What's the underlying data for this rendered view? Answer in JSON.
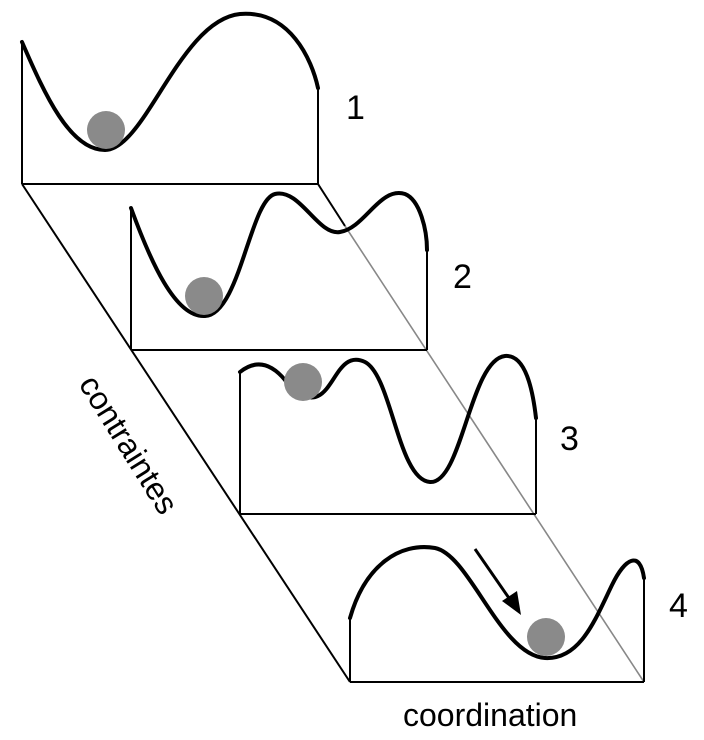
{
  "panels": [
    {
      "number": "1"
    },
    {
      "number": "2"
    },
    {
      "number": "3"
    },
    {
      "number": "4"
    }
  ],
  "axis": {
    "depth_label": "contraintes",
    "bottom_label": "coordination"
  }
}
